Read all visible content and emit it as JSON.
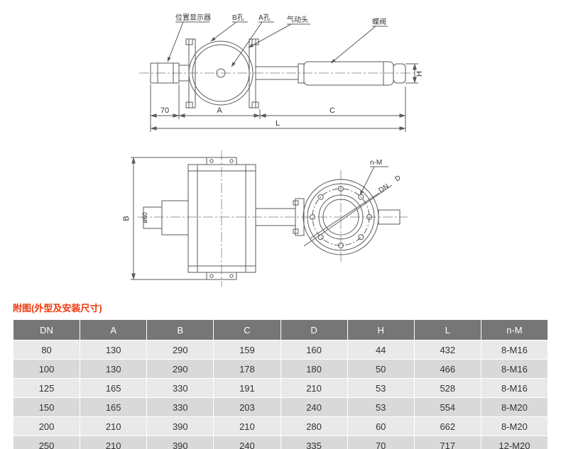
{
  "drawing": {
    "callouts": {
      "position_indicator": "位置显示器",
      "hole_b": "B孔",
      "hole_a": "A孔",
      "pneumatic_head": "气动头",
      "butterfly_valve": "蝶阀"
    },
    "dims": {
      "seventy": "70",
      "a": "A",
      "c": "C",
      "l": "L",
      "h": "H",
      "b": "B",
      "phi60": "ø60",
      "n_m": "n-M",
      "dn": "DN",
      "d": "D"
    },
    "line_color": "#5a5a5a"
  },
  "caption": "附图(外型及安装尺寸)",
  "caption_color": "#ee380d",
  "table": {
    "headers": [
      "DN",
      "A",
      "B",
      "C",
      "D",
      "H",
      "L",
      "n-M"
    ],
    "rows": [
      [
        "80",
        "130",
        "290",
        "159",
        "160",
        "44",
        "432",
        "8-M16"
      ],
      [
        "100",
        "130",
        "290",
        "178",
        "180",
        "50",
        "466",
        "8-M16"
      ],
      [
        "125",
        "165",
        "330",
        "191",
        "210",
        "53",
        "528",
        "8-M16"
      ],
      [
        "150",
        "165",
        "330",
        "203",
        "240",
        "53",
        "554",
        "8-M20"
      ],
      [
        "200",
        "210",
        "390",
        "210",
        "280",
        "60",
        "662",
        "8-M20"
      ],
      [
        "250",
        "210",
        "390",
        "240",
        "335",
        "70",
        "717",
        "12-M20"
      ]
    ],
    "header_bg": "#767676",
    "row_bg_light": "#e9e9e9",
    "row_bg_dark": "#d9d9d9"
  }
}
